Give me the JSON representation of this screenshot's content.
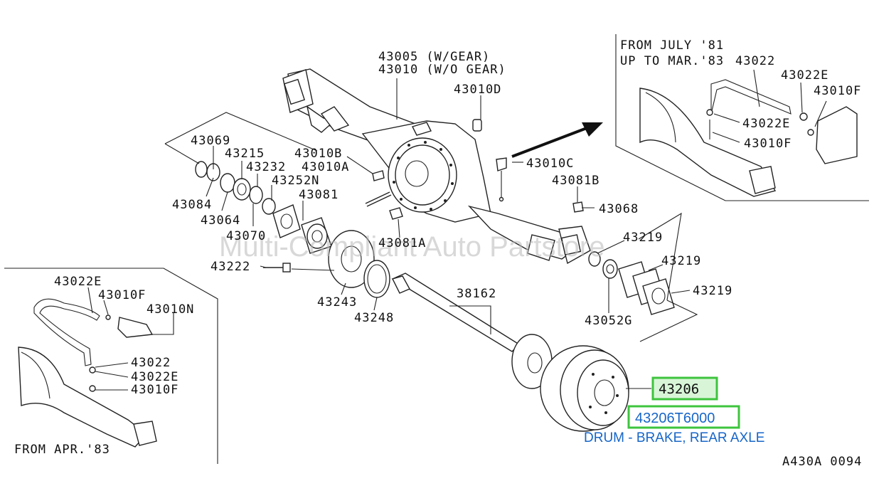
{
  "diagram": {
    "part_labels": {
      "p43005": "43005 (W/GEAR)",
      "p43010": "43010 (W/O GEAR)",
      "p43010D": "43010D",
      "p43069": "43069",
      "p43215": "43215",
      "p43010B": "43010B",
      "p43010A": "43010A",
      "p43232": "43232",
      "p43252N": "43252N",
      "p43081": "43081",
      "p43010C": "43010C",
      "p43081B": "43081B",
      "p43084": "43084",
      "p43064": "43064",
      "p43070": "43070",
      "p43081A": "43081A",
      "p43068": "43068",
      "p43219a": "43219",
      "p43219b": "43219",
      "p43219c": "43219",
      "p43222": "43222",
      "p43243": "43243",
      "p43248": "43248",
      "p38162": "38162",
      "p43052G": "43052G",
      "inset_right_title1": "FROM JULY '81",
      "inset_right_title2": "UP TO MAR.'83",
      "r43022": "43022",
      "r43022E_top": "43022E",
      "r43010F_top": "43010F",
      "r43022E_mid": "43022E",
      "r43010F_mid": "43010F",
      "l43022E": "43022E",
      "l43010F": "43010F",
      "l43010N": "43010N",
      "l43022": "43022",
      "l43022E_b": "43022E",
      "l43010F_b": "43010F",
      "inset_left_title": "FROM APR.'83"
    },
    "highlight": {
      "part_number": "43206",
      "full_part_number": "43206T6000",
      "description": "DRUM - BRAKE, REAR AXLE"
    },
    "watermark": "Multi-Compliant Auto Partstore",
    "figure_code": "A430A 0094",
    "colors": {
      "highlight_border": "#3ec43e",
      "highlight_fill": "#d8f5d8",
      "link_text": "#1766c8"
    }
  }
}
